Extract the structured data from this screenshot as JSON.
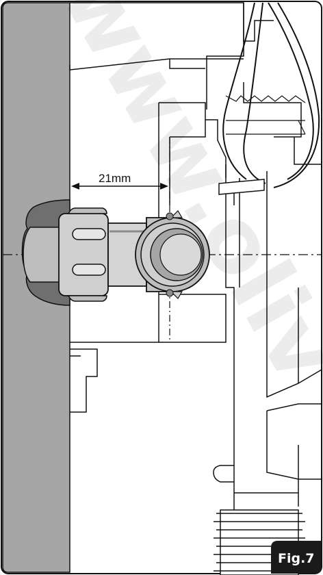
{
  "figure": {
    "dimension_label": "21mm",
    "fig_label": "Fig.7",
    "watermark_text": "www.oliv"
  },
  "colors": {
    "background": "#ffffff",
    "wall": "#a6a6a6",
    "wall_shadow": "#808080",
    "outline": "#111111",
    "fitting_light": "#d9d9d9",
    "fitting_mid": "#bdbdbd",
    "fitting_dark": "#8c8c8c",
    "badge": "#1a1a1a"
  }
}
